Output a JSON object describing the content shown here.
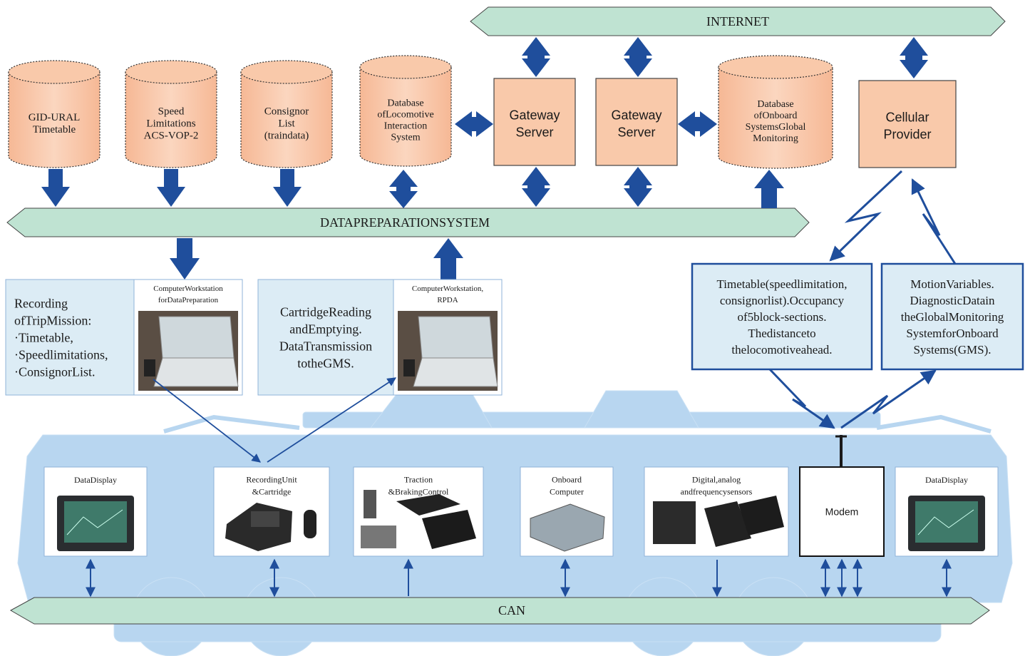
{
  "buses": {
    "internet": "INTERNET",
    "data_prep": "DATAPREPARATIONSYSTEM",
    "can": "CAN"
  },
  "databases": [
    {
      "id": "gid",
      "lines": [
        "GID-URAL",
        "Timetable"
      ]
    },
    {
      "id": "speed",
      "lines": [
        "Speed",
        "Limitations",
        "ACS-VOP-2"
      ]
    },
    {
      "id": "consignor",
      "lines": [
        "Consignor",
        "List",
        "(traindata)"
      ]
    },
    {
      "id": "loco_db",
      "lines": [
        "Database",
        "ofLocomotive",
        "Interaction",
        "System"
      ]
    },
    {
      "id": "onboard_db",
      "lines": [
        "Database",
        "ofOnboard",
        "SystemsGlobal",
        "Monitoring"
      ]
    }
  ],
  "servers": [
    {
      "id": "gw1",
      "lines": [
        "Gateway",
        "Server"
      ]
    },
    {
      "id": "gw2",
      "lines": [
        "Gateway",
        "Server"
      ]
    },
    {
      "id": "cell",
      "lines": [
        "Cellular",
        "Provider"
      ]
    }
  ],
  "info_boxes": {
    "recording_mission": [
      "Recording",
      "ofTripMission:",
      "·Timetable,",
      "·Speedlimitations,",
      "·ConsignorList."
    ],
    "cartridge_reading": [
      "CartridgeReading",
      "andEmptying.",
      "DataTransmission",
      "totheGMS."
    ],
    "timetable_info": [
      "Timetable(speedlimitation,",
      "consignorlist).Occupancy",
      "of5block-sections.",
      "Thedistanceto",
      "thelocomotiveahead."
    ],
    "motion_info": [
      "MotionVariables.",
      "DiagnosticDatain",
      "theGlobalMonitoring",
      "SystemforOnboard",
      "Systems(GMS)."
    ]
  },
  "workstations": {
    "prep": [
      "ComputerWorkstation",
      "forDataPreparation"
    ],
    "rpda": [
      "ComputerWorkstation,",
      "RPDA"
    ]
  },
  "onboard_units": [
    {
      "id": "display_left",
      "lines": [
        "DataDisplay"
      ]
    },
    {
      "id": "recording_unit",
      "lines": [
        "RecordingUnit",
        "&Cartridge"
      ]
    },
    {
      "id": "traction",
      "lines": [
        "Traction",
        "&BrakingControl"
      ]
    },
    {
      "id": "onboard_computer",
      "lines": [
        "Onboard",
        "Computer"
      ]
    },
    {
      "id": "sensors",
      "lines": [
        "Digital,analog",
        "andfrequencysensors"
      ]
    },
    {
      "id": "modem",
      "lines": [
        "Modem"
      ]
    },
    {
      "id": "display_right",
      "lines": [
        "DataDisplay"
      ]
    }
  ],
  "colors": {
    "bus_fill": "#bfe3d2",
    "db_fill": "#f9c9aa",
    "server_fill": "#f9c9aa",
    "info_fill": "#dcecf5",
    "arrow": "#1f4e9c",
    "locomotive": "#b8d6f0"
  }
}
